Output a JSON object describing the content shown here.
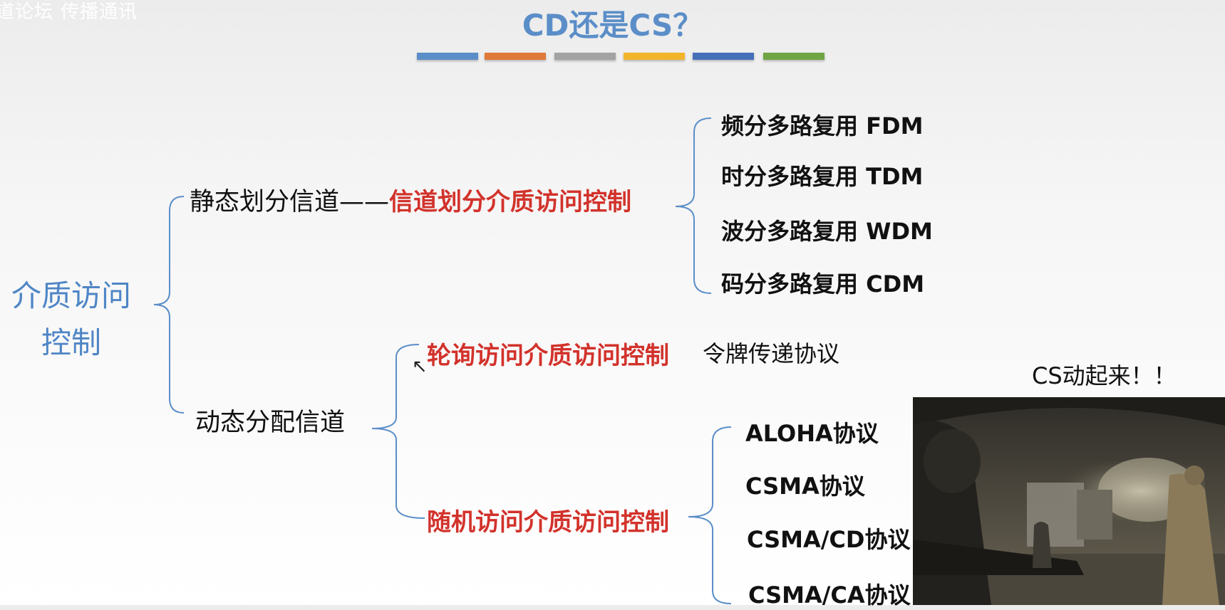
{
  "watermark": "道论坛 传播通讯",
  "title": "CD还是CS？",
  "accent_bars": [
    "#5b8ec8",
    "#e07a3a",
    "#a3a3a3",
    "#f2b52a",
    "#4670b8",
    "#6fa544"
  ],
  "colors": {
    "root": "#4f86c6",
    "bracket": "#5b8ec8",
    "highlight": "#d2322b",
    "text": "#111111"
  },
  "tree": {
    "root": "介质访问控制",
    "static": {
      "label": "静态划分信道——",
      "method": "信道划分介质访问控制",
      "children": [
        "频分多路复用 FDM",
        "时分多路复用 TDM",
        "波分多路复用 WDM",
        "码分多路复用 CDM"
      ]
    },
    "dynamic": {
      "label": "动态分配信道",
      "polling": {
        "method": "轮询访问介质访问控制",
        "protocol": "令牌传递协议"
      },
      "random": {
        "method": "随机访问介质访问控制",
        "children": [
          "ALOHA协议",
          "CSMA协议",
          "CSMA/CD协议",
          "CSMA/CA协议"
        ]
      }
    }
  },
  "image_caption": "CS动起来！！",
  "image_icon": "game-screenshot"
}
